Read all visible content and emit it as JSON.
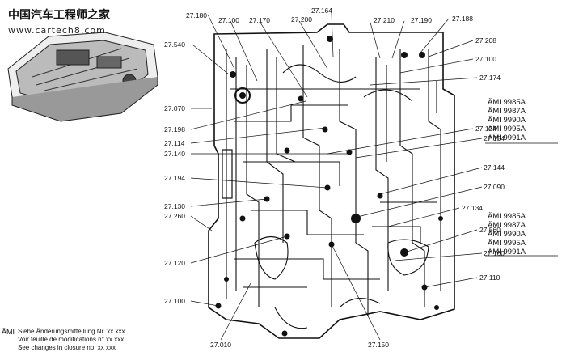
{
  "watermark": {
    "line1": "中国汽车工程师之家",
    "line2": "www.cartech8.com"
  },
  "part_labels": {
    "l27180": "27.180",
    "l27100_top": "27.100",
    "l27170": "27.170",
    "l27200": "27.200",
    "l27164": "27.164",
    "l27210": "27.210",
    "l27190": "27.190",
    "l27188": "27.188",
    "l27540": "27.540",
    "l27208": "27.208",
    "l27100_right": "27.100",
    "l27174": "27.174",
    "l27070": "27.070",
    "l27198": "27.198",
    "l27114": "27.114",
    "l27124": "27.124",
    "l27140": "27.140",
    "l27154": "27.154",
    "l27144": "27.144",
    "l27194": "27.194",
    "l27090": "27.090",
    "l27130": "27.130",
    "l27134": "27.134",
    "l27260": "27.260",
    "l27560": "27.560",
    "l27160": "27.160",
    "l27120": "27.120",
    "l27110": "27.110",
    "l27100_bottom": "27.100",
    "l27010": "27.010",
    "l27150": "27.150"
  },
  "ami_upper": [
    "ÄMI 9985A",
    "ÄMI 9987A",
    "ÄMI 9990A",
    "ÄMI 9995A",
    "ÄMI 9991A"
  ],
  "ami_lower": [
    "ÄMI 9985A",
    "ÄMI 9987A",
    "ÄMI 9990A",
    "ÄMI 9995A",
    "ÄMI 9991A"
  ],
  "footer": {
    "prefix": "ÄMI",
    "line1": "Siehe Änderungsmitteilung Nr. xx xxx",
    "line2": "Voir feuille de modifications n° xx xxx",
    "line3": "See changes in closure no. xx xxx"
  }
}
